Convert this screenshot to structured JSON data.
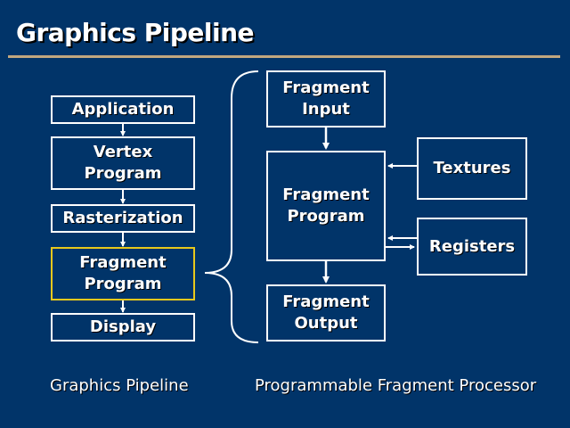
{
  "title": "Graphics Pipeline",
  "pipeline": {
    "stages": [
      {
        "label": "Application"
      },
      {
        "label": "Vertex\nProgram"
      },
      {
        "label": "Rasterization"
      },
      {
        "label": "Fragment\nProgram",
        "highlighted": true
      },
      {
        "label": "Display"
      }
    ],
    "caption": "Graphics Pipeline"
  },
  "processor": {
    "fragment_input": "Fragment\nInput",
    "fragment_program": "Fragment\nProgram",
    "fragment_output": "Fragment\nOutput",
    "textures": "Textures",
    "registers": "Registers",
    "caption": "Programmable Fragment Processor"
  },
  "colors": {
    "background": "#013469",
    "highlight": "#e8c81c",
    "rule": "#c2a77f"
  }
}
